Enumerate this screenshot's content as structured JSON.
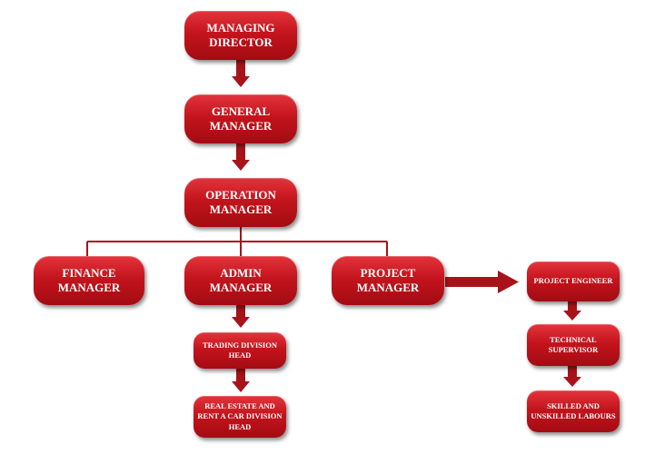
{
  "nodes": {
    "managing_director": "MANAGING DIRECTOR",
    "general_manager": "GENERAL MANAGER",
    "operation_manager": "OPERATION MANAGER",
    "finance_manager": "FINANCE MANAGER",
    "admin_manager": "ADMIN MANAGER",
    "project_manager": "PROJECT MANAGER",
    "project_engineer": "PROJECT ENGINEER",
    "technical_supervisor": "TECHNICAL SUPERVISOR",
    "skilled_unskilled_labours": "SKILLED AND UNSKILLED LABOURS",
    "trading_division_head": "TRADING DIVISION HEAD",
    "real_estate_division_head": "REAL ESTATE AND RENT A CAR DIVISION HEAD"
  },
  "colors": {
    "node_fill": "#c4141d",
    "connector": "#a8131a"
  }
}
